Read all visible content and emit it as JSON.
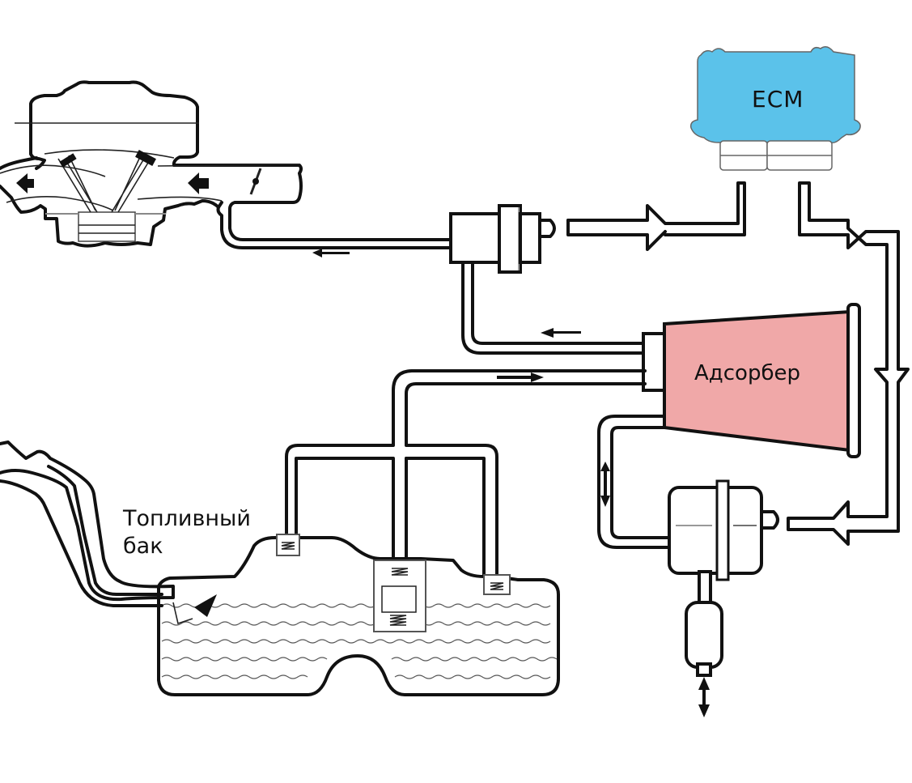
{
  "diagram": {
    "type": "evaporative-emission-control-system",
    "colors": {
      "ecm_fill": "#5bc2ea",
      "canister_fill": "#f0a8a8",
      "line": "#111111",
      "background": "#ffffff"
    },
    "labels": {
      "ecm": "ECM",
      "canister": "Адсорбер",
      "fuel_tank_line1": "Топливный",
      "fuel_tank_line2": "бак"
    },
    "components": [
      {
        "id": "engine",
        "name": "Engine cylinder head / intake manifold"
      },
      {
        "id": "purge-valve",
        "name": "Purge solenoid valve"
      },
      {
        "id": "ecm",
        "name": "ECM",
        "label": "ECM"
      },
      {
        "id": "canister",
        "name": "Adsorber canister",
        "label": "Адсорбер"
      },
      {
        "id": "vent-valve",
        "name": "Canister vent valve"
      },
      {
        "id": "filter",
        "name": "Air filter"
      },
      {
        "id": "fuel-tank",
        "name": "Fuel tank",
        "label": "Топливный бак"
      },
      {
        "id": "filler-neck",
        "name": "Filler neck"
      }
    ],
    "connections": [
      {
        "from": "ecm",
        "to": "purge-valve",
        "type": "signal"
      },
      {
        "from": "ecm",
        "to": "vent-valve",
        "type": "signal"
      },
      {
        "from": "purge-valve",
        "to": "engine",
        "type": "vapor-flow"
      },
      {
        "from": "canister",
        "to": "purge-valve",
        "type": "vapor-flow"
      },
      {
        "from": "fuel-tank",
        "to": "canister",
        "type": "vapor-flow"
      },
      {
        "from": "canister",
        "to": "vent-valve",
        "type": "bidirectional"
      },
      {
        "from": "vent-valve",
        "to": "filter",
        "type": "bidirectional"
      }
    ]
  }
}
